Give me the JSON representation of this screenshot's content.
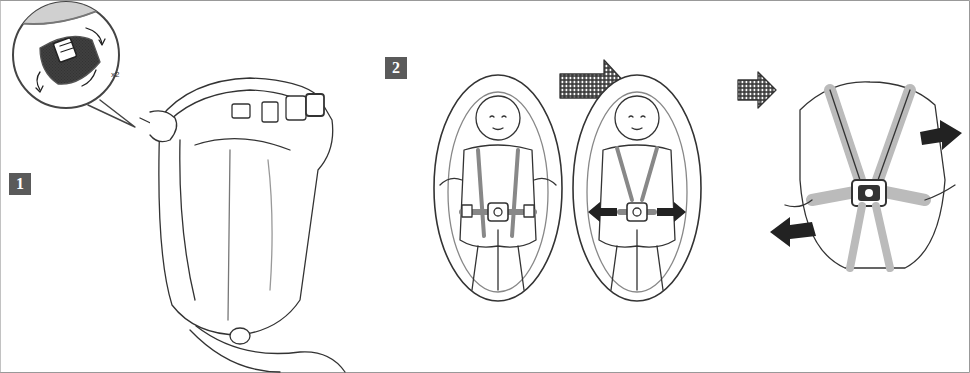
{
  "diagram": {
    "nodes": [
      {
        "text": [
          "1"
        ]
      },
      {
        "text": [
          "2"
        ]
      }
    ],
    "labels": [
      "x2"
    ]
  }
}
